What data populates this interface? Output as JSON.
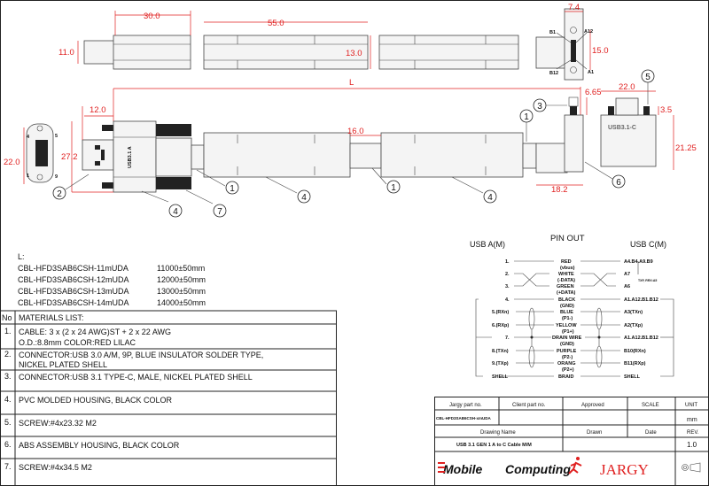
{
  "dimensions": {
    "top_connector_length": "30.0",
    "top_height": "11.0",
    "cable_segment": "55.0",
    "cable_od": "13.0",
    "c_face_width": "7.4",
    "c_face_pitch": "15.0",
    "overall_length": "L",
    "plug_length": "12.0",
    "plug_height": "27.2",
    "face_height": "22.0",
    "boot_length": "16.0",
    "c_screw_offset": "6.65",
    "c_angle_length": "18.2",
    "c_housing_width": "22.0",
    "c_screw_height": "3.5",
    "c_housing_height": "21.25"
  },
  "pin_labels_face": {
    "b1": "B1",
    "a12": "A12",
    "b12": "B12",
    "a1": "A1"
  },
  "pin_labels_a": {
    "p4": "4",
    "p5": "5",
    "p1": "1",
    "p9": "9"
  },
  "housing_marks": {
    "a_housing": "USB3.1 A",
    "c_housing": "USB3.1-C"
  },
  "callouts": [
    "1",
    "2",
    "3",
    "4",
    "5",
    "6",
    "7"
  ],
  "lengths": {
    "heading": "L:",
    "items": [
      {
        "part": "CBL-HFD3SAB6CSH-11mUDA",
        "length": "11000±50mm"
      },
      {
        "part": "CBL-HFD3SAB6CSH-12mUDA",
        "length": "12000±50mm"
      },
      {
        "part": "CBL-HFD3SAB6CSH-13mUDA",
        "length": "13000±50mm"
      },
      {
        "part": "CBL-HFD3SAB6CSH-14mUDA",
        "length": "14000±50mm"
      }
    ]
  },
  "materials": {
    "no_header": "No",
    "header": "MATERIALS LIST:",
    "rows": [
      {
        "no": "1.",
        "line1": "CABLE: 3 x (2 x 24 AWG)ST + 2 x 22 AWG",
        "line2": "O.D.:8.8mm COLOR:RED LILAC"
      },
      {
        "no": "2.",
        "line1": "CONNECTOR:USB 3.0 A/M, 9P, BLUE INSULATOR SOLDER TYPE,",
        "line2": "NICKEL PLATED SHELL"
      },
      {
        "no": "3.",
        "line1": "CONNECTOR:USB 3.1 TYPE-C, MALE, NICKEL PLATED SHELL",
        "line2": ""
      },
      {
        "no": "4.",
        "line1": "PVC MOLDED HOUSING, BLACK COLOR",
        "line2": ""
      },
      {
        "no": "5.",
        "line1": "SCREW:#4x23.32 M2",
        "line2": ""
      },
      {
        "no": "6.",
        "line1": "ABS ASSEMBLY HOUSING, BLACK COLOR",
        "line2": ""
      },
      {
        "no": "7.",
        "line1": "SCREW:#4x34.5 M2",
        "line2": ""
      }
    ]
  },
  "pinout": {
    "title": "PIN OUT",
    "left_header": "USB A(M)",
    "right_header": "USB C(M)",
    "side_note": "TXP, RRX:A5",
    "rows": [
      {
        "a": "1.",
        "wire": "RED",
        "sub": "(vbus)",
        "c": "A4.B4.A9.B9"
      },
      {
        "a": "2.",
        "wire": "WHITE",
        "sub": "(-DATA)",
        "c": "A7"
      },
      {
        "a": "3.",
        "wire": "GREEN",
        "sub": "(+DATA)",
        "c": "A6"
      },
      {
        "a": "4.",
        "wire": "BLACK",
        "sub": "(GND)",
        "c": "A1.A12.B1.B12"
      },
      {
        "a": "5.(RXn)",
        "wire": "BLUE",
        "sub": "(P1-)",
        "c": "A3(TXn)"
      },
      {
        "a": "6.(RXp)",
        "wire": "YELLOW",
        "sub": "(P1+)",
        "c": "A2(TXp)"
      },
      {
        "a": "7.",
        "wire": "DRAIN WIRE",
        "sub": "(GND)",
        "c": "A1.A12.B1.B12"
      },
      {
        "a": "8.(TXn)",
        "wire": "PURPLE",
        "sub": "(P2-)",
        "c": "B10(RXn)"
      },
      {
        "a": "9.(TXp)",
        "wire": "ORANG",
        "sub": "(P2+)",
        "c": "B11(RXp)"
      },
      {
        "a": "SHELL",
        "wire": "BRAID",
        "sub": "",
        "c": "SHELL"
      }
    ]
  },
  "title_block": {
    "jargy_part_label": "Jargy part no.",
    "client_part_label": "Client part no.",
    "approved_label": "Approved",
    "scale_label": "SCALE",
    "unit_label": "UNIT",
    "jargy_part_value": "CBL-HFD3SAB6CSH-xmUDA",
    "unit_value": "mm",
    "drawing_name_label": "Drawing Name",
    "drawn_label": "Drawn",
    "date_label": "Date",
    "rev_label": "REV.",
    "drawing_name_value": "USB 3.1 GEN 1 A to C Cable M/M",
    "rev_value": "1.0",
    "logo_mobile": "Mobile",
    "logo_computing": "Computing",
    "logo_jargy": "JARGY"
  },
  "colors": {
    "dimension": "#e02020",
    "logo_red": "#e02020"
  }
}
